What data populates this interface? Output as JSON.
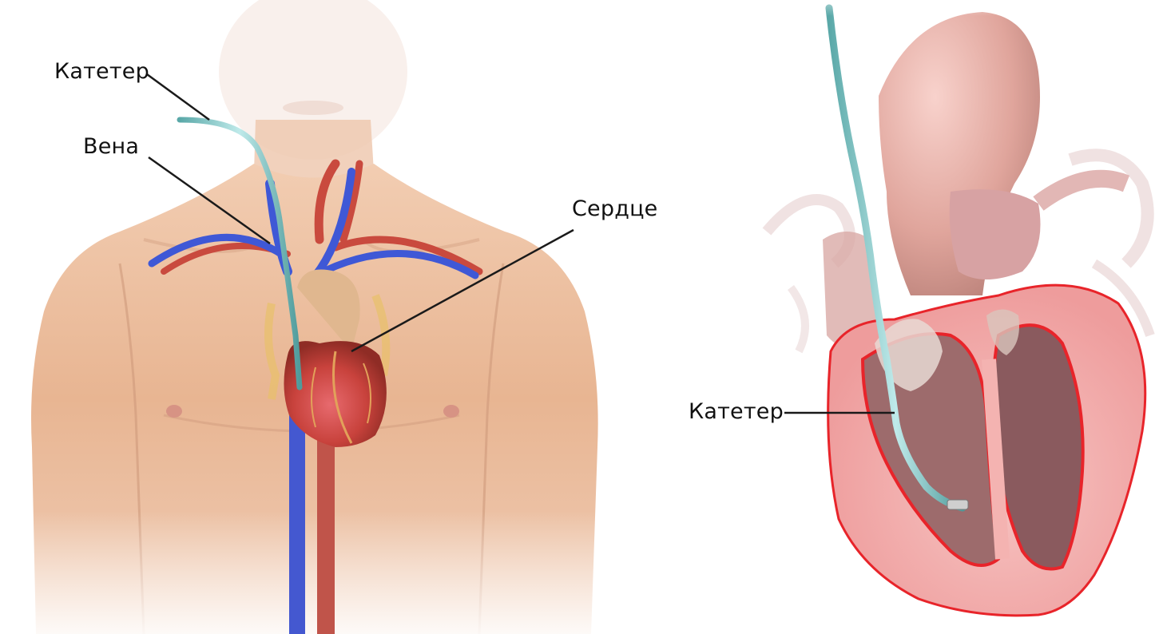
{
  "labels": {
    "catheter_left": "Катетер",
    "vein": "Вена",
    "heart": "Сердце",
    "catheter_right": "Катетер"
  },
  "colors": {
    "skin": "#e8b592",
    "skin_shadow": "#c98d6e",
    "vein_blue": "#3f58d6",
    "artery_red": "#c94a3e",
    "heart_red": "#c8423c",
    "catheter": "#8fd0d0",
    "myocardium": "#f3a8a8",
    "myocardium_edge": "#e8242a",
    "leader_line": "#1a1a1a"
  },
  "icons": {
    "left_panel": "torso-with-heart-and-catheter-illustration",
    "right_panel": "heart-cross-section-with-catheter-illustration"
  }
}
